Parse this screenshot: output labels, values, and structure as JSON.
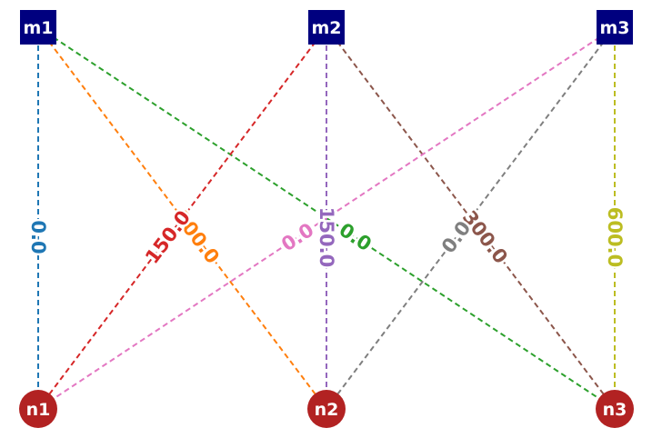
{
  "colors": {
    "top_node_fill": "#00007f",
    "bottom_node_fill": "#b22222",
    "node_text": "#ffffff"
  },
  "nodes": {
    "top": [
      {
        "id": "m1",
        "label": "m1"
      },
      {
        "id": "m2",
        "label": "m2"
      },
      {
        "id": "m3",
        "label": "m3"
      }
    ],
    "bottom": [
      {
        "id": "n1",
        "label": "n1"
      },
      {
        "id": "n2",
        "label": "n2"
      },
      {
        "id": "n3",
        "label": "n3"
      }
    ]
  },
  "edges": [
    {
      "from": "m1",
      "to": "n1",
      "label": "0.0",
      "color": "#1f77b4"
    },
    {
      "from": "m1",
      "to": "n2",
      "label": "300.0",
      "color": "#ff7f0e"
    },
    {
      "from": "m1",
      "to": "n3",
      "label": "0.0",
      "color": "#2ca02c"
    },
    {
      "from": "m2",
      "to": "n1",
      "label": "150.0",
      "color": "#d62728"
    },
    {
      "from": "m2",
      "to": "n2",
      "label": "150.0",
      "color": "#9467bd"
    },
    {
      "from": "m2",
      "to": "n3",
      "label": "300.0",
      "color": "#8c564b"
    },
    {
      "from": "m3",
      "to": "n1",
      "label": "0.0",
      "color": "#e377c2"
    },
    {
      "from": "m3",
      "to": "n2",
      "label": "0.0",
      "color": "#7f7f7f"
    },
    {
      "from": "m3",
      "to": "n3",
      "label": "600.0",
      "color": "#bcbd22"
    }
  ]
}
